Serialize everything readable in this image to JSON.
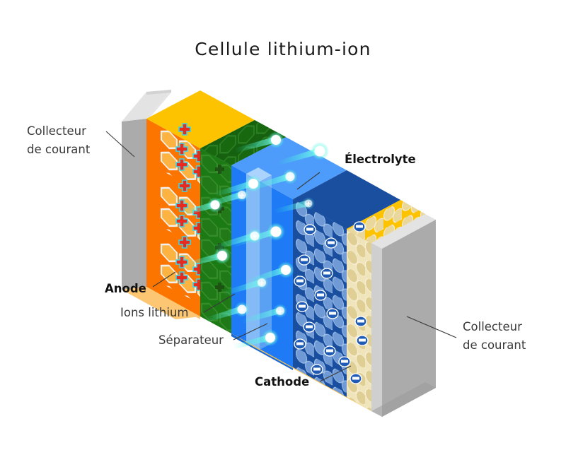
{
  "title": "Cellule lithium-ion",
  "labels": {
    "collector_left": {
      "line1": "Collecteur",
      "line2": "de courant"
    },
    "collector_right": {
      "line1": "Collecteur",
      "line2": "de courant"
    },
    "anode": "Anode",
    "cathode": "Cathode",
    "electrolyte": "Électrolyte",
    "separator": "Séparateur",
    "lithium_ions": "Ions lithium"
  },
  "icons": {
    "lithium_ion": "plus-circle-icon",
    "anode_charge": "plus-sign-icon",
    "cathode_charge": "minus-sign-icon",
    "leader_line": "leader-line-icon"
  },
  "colors": {
    "background": "#ffffff",
    "title_text": "#1b1b1b",
    "label_text": "#3a3a3a",
    "label_bold_text": "#111111",
    "collector_front": "#ababab",
    "collector_top": "#e3e3e3",
    "collector_side": "#c9c9c9",
    "anode_front": "#fc7500",
    "anode_top": "#fdc300",
    "anode_bottom": "#fcc673",
    "graphite_green": "#1c7a14",
    "graphite_green_top": "#15610f",
    "electrolyte_blue": "#1e7bf5",
    "electrolyte_top": "#4d9bfa",
    "separator_fill": "#bfe0ef",
    "cathode_dark": "#1a4fa0",
    "cathode_pebble": "#6f9ad6",
    "cathode_tan": "#e4d6a4",
    "cathode_top_yellow": "#fdc300",
    "ion_core": "#ffffff",
    "ion_glow": "#2ff0d8",
    "charge_plus": "#e8291e",
    "charge_minus": "#1f5bb5"
  },
  "structure": {
    "layers": [
      {
        "name": "current-collector-left",
        "label": "Collecteur de courant"
      },
      {
        "name": "anode",
        "label": "Anode"
      },
      {
        "name": "separator",
        "label": "Séparateur"
      },
      {
        "name": "electrolyte",
        "label": "Électrolyte"
      },
      {
        "name": "cathode",
        "label": "Cathode"
      },
      {
        "name": "current-collector-right",
        "label": "Collecteur de courant"
      }
    ]
  },
  "chart_data": {
    "type": "diagram",
    "title": "Cellule lithium-ion",
    "annotations": [
      "Collecteur de courant",
      "Anode",
      "Ions lithium",
      "Séparateur",
      "Électrolyte",
      "Cathode",
      "Collecteur de courant"
    ]
  }
}
